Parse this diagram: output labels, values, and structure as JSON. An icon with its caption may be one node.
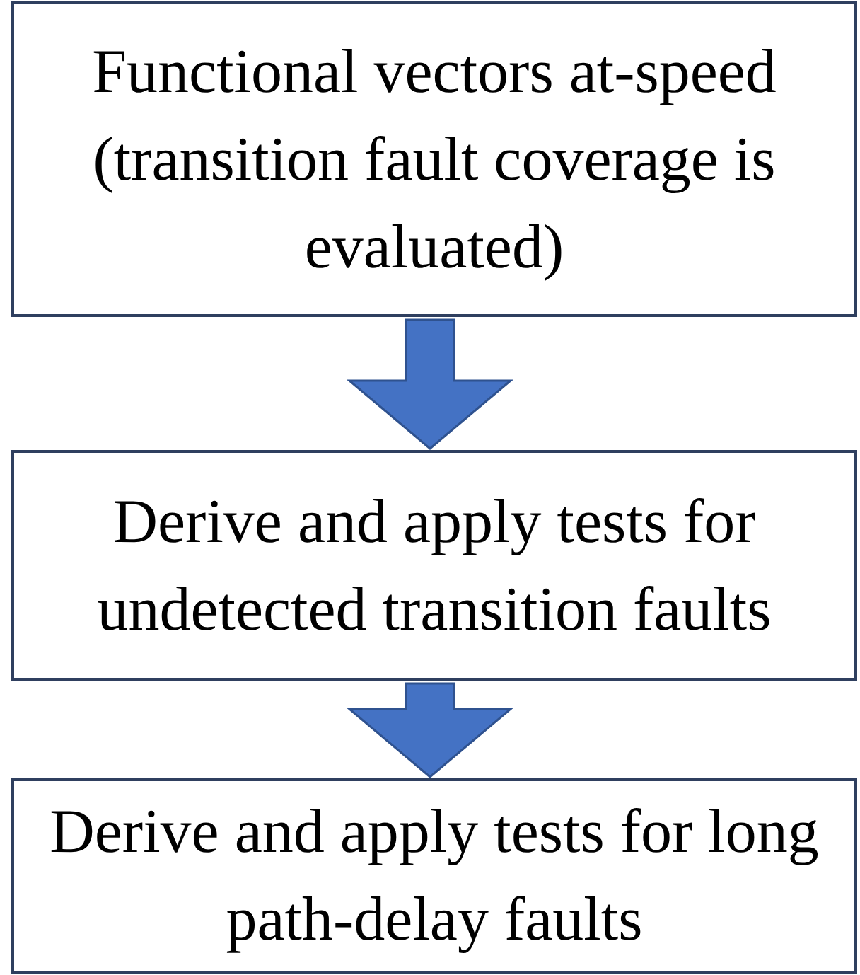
{
  "diagram": {
    "nodes": [
      {
        "text": [
          "Functional vectors at-speed (transition fault coverage is evaluated)"
        ]
      },
      {
        "text": [
          "Derive and apply tests for undetected transition faults"
        ]
      },
      {
        "text": [
          "Derive and apply tests for long path-delay faults"
        ]
      }
    ],
    "edges": [
      {
        "from": 0,
        "to": 1,
        "arrow": "to"
      },
      {
        "from": 1,
        "to": 2,
        "arrow": "to"
      }
    ]
  }
}
